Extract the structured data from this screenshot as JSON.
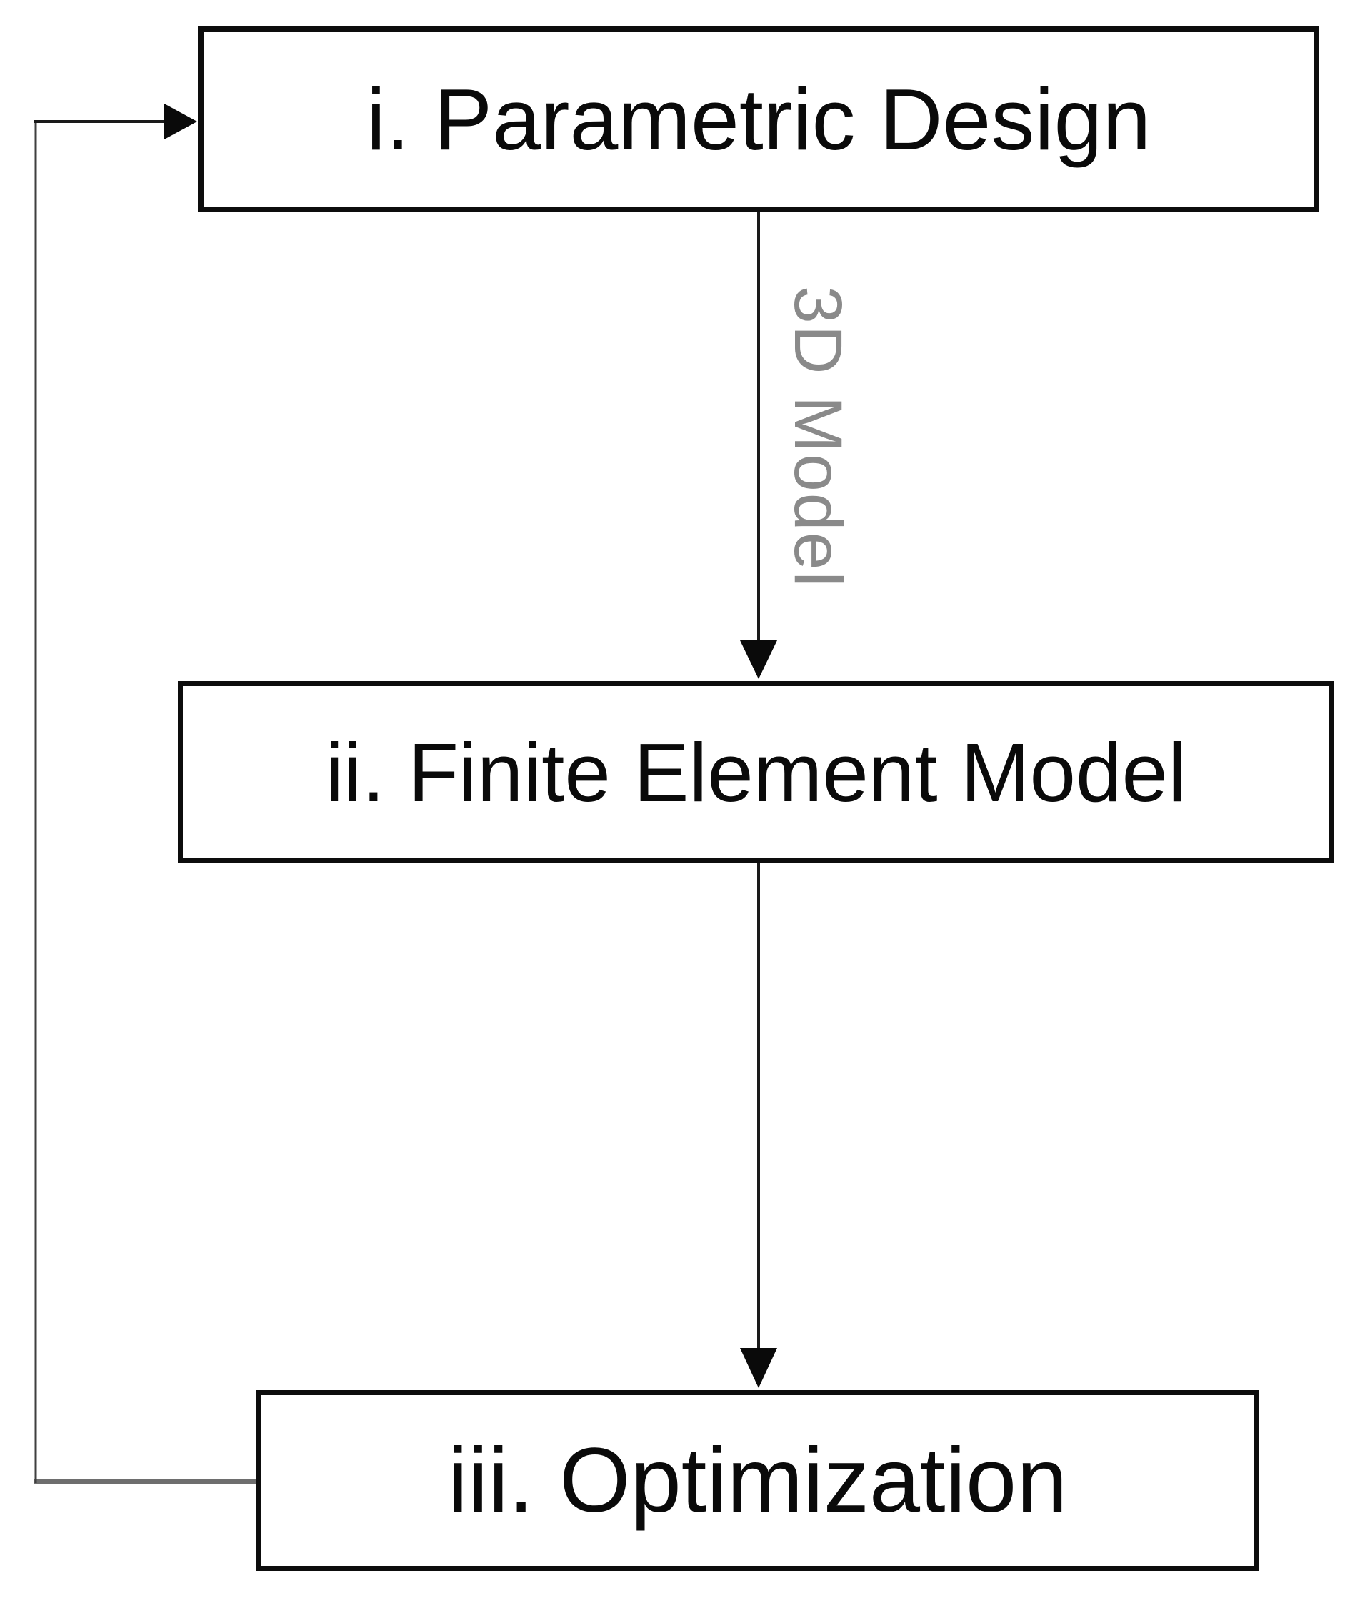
{
  "diagram": {
    "title": "Design optimization workflow flowchart",
    "background_color": "#ffffff",
    "colors": {
      "box_border": "#0d0d0d",
      "box_fill": "#ffffff",
      "box_text": "#0a0a0a",
      "connector_line": "#1a1a1a",
      "loop_line_vertical": "#3f3f3f",
      "loop_line_bottom": "#6e6e6e",
      "arrowhead": "#0a0a0a",
      "edge_label_text": "#8a8a8a"
    },
    "boxes": [
      {
        "id": "parametric-design",
        "label": "i. Parametric Design"
      },
      {
        "id": "finite-element-model",
        "label": "ii. Finite Element Model"
      },
      {
        "id": "optimization",
        "label": "iii. Optimization"
      }
    ],
    "edges": [
      {
        "from": "parametric-design",
        "to": "finite-element-model",
        "label": "3D Model",
        "label_orientation": "rotated-90-clockwise"
      },
      {
        "from": "finite-element-model",
        "to": "optimization",
        "label": ""
      },
      {
        "from": "optimization",
        "to": "parametric-design",
        "label": "",
        "route": "left-side-feedback-loop"
      }
    ]
  }
}
